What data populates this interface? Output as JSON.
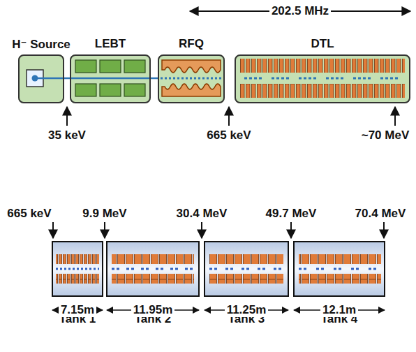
{
  "diagram": {
    "nodes": [
      {
        "text": [
          "H⁻ Source"
        ]
      },
      {
        "text": [
          "LEBT"
        ]
      },
      {
        "text": [
          "RFQ"
        ]
      },
      {
        "text": [
          "DTL"
        ]
      },
      {
        "text": [
          "Tank 1"
        ]
      },
      {
        "text": [
          "Tank 2"
        ]
      },
      {
        "text": [
          "Tank 3"
        ]
      },
      {
        "text": [
          "Tank 4"
        ]
      }
    ],
    "labels": [
      "202.5 MHz",
      "35 keV",
      "665 keV",
      "~70 MeV",
      "665 keV",
      "9.9 MeV",
      "30.4 MeV",
      "49.7 MeV",
      "70.4 MeV",
      "7.15m",
      "11.95m",
      "11.25m",
      "12.1m"
    ]
  }
}
